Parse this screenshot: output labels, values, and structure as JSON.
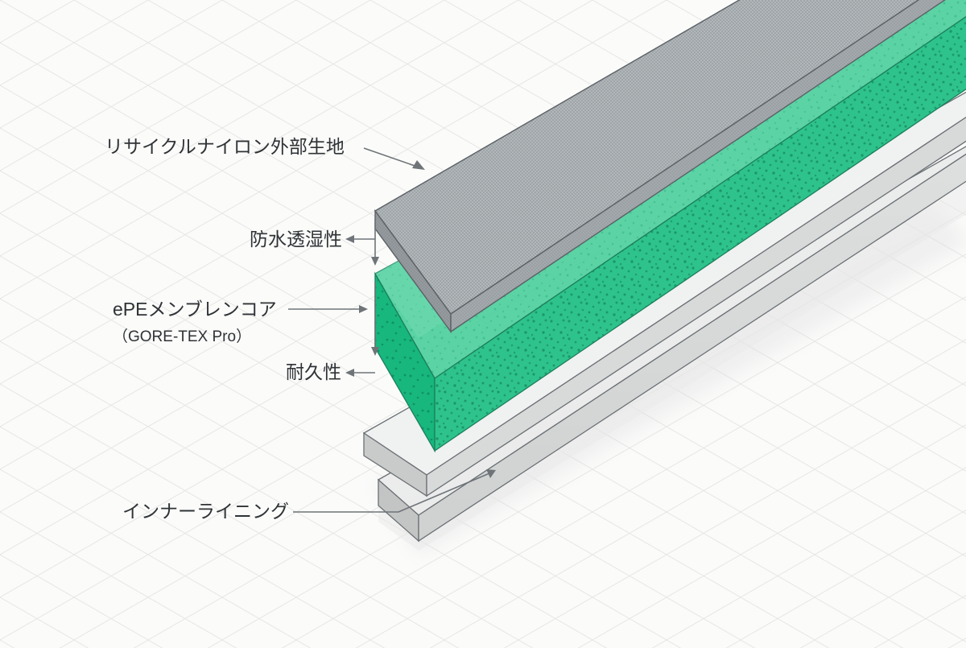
{
  "diagram": {
    "title": "recycled-nylon-goretex-pro-laminate-cross-section",
    "background_color": "#fbfbfa",
    "grid_color": "#e2e2e0",
    "leader_color": "#6e7478",
    "text_color": "#2f3336"
  },
  "labels": {
    "outer_fabric": "リサイクルナイロン外部生地",
    "waterproof_breathable": "防水透湿性",
    "membrane_core_line1": "ePEメンブレンコア",
    "membrane_core_line2": "（GORE-TEX Pro）",
    "durability": "耐久性",
    "inner_lining": "インナーライニング"
  },
  "layers": [
    {
      "id": "outer-fabric-layer",
      "label": "リサイクルナイロン外部生地",
      "top_color": "#a9aeb1",
      "side_color": "#8d9296",
      "front_color": "#9aa0a3",
      "edge_color": "#5b6165",
      "texture": "woven-fine",
      "order": 1
    },
    {
      "id": "membrane-core-layer",
      "label": "ePEメンブレンコア（GORE-TEX Pro）",
      "top_color": "#54d3a0",
      "side_color": "#17b77e",
      "front_color": "#2ec38c",
      "edge_color": "#1b7f5c",
      "texture": "porous-speckle",
      "order": 2
    },
    {
      "id": "inner-lining-layer",
      "label": "インナーライニング",
      "top_color": "#ececec",
      "side_color": "#c3c5c5",
      "front_color": "#d6d8d8",
      "edge_color": "#6b7074",
      "texture": "smooth",
      "order": 3
    }
  ],
  "annotations": [
    {
      "name": "outer-fabric-callout",
      "text": "リサイクルナイロン外部生地",
      "arrow": "diagonal-down-right"
    },
    {
      "name": "waterproof-breathable-callout",
      "text": "防水透湿性",
      "arrow": "left-and-down"
    },
    {
      "name": "membrane-core-callout",
      "text": "ePEメンブレンコア（GORE-TEX Pro）",
      "arrow": "right"
    },
    {
      "name": "durability-callout",
      "text": "耐久性",
      "arrow": "left"
    },
    {
      "name": "inner-lining-callout",
      "text": "インナーライニング",
      "arrow": "up-right"
    }
  ]
}
